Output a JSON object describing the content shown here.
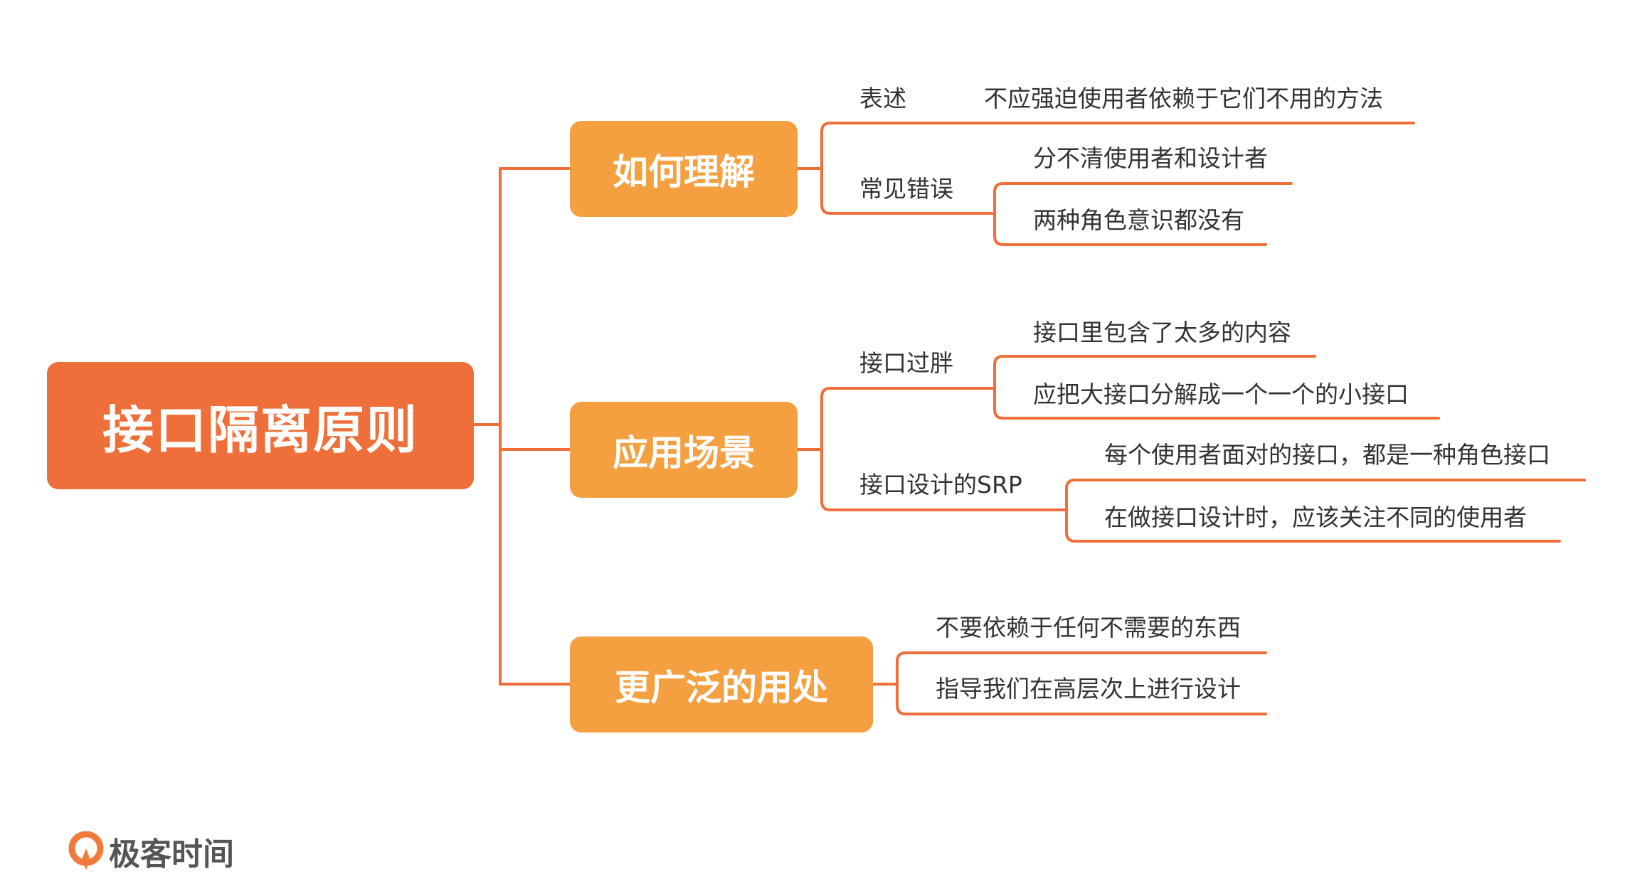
{
  "root": {
    "label": "接口隔离原则"
  },
  "branches": [
    {
      "label": "如何理解",
      "children": [
        {
          "label": "表述",
          "children": [
            {
              "label": "不应强迫使用者依赖于它们不用的方法"
            }
          ]
        },
        {
          "label": "常见错误",
          "children": [
            {
              "label": "分不清使用者和设计者"
            },
            {
              "label": "两种角色意识都没有"
            }
          ]
        }
      ]
    },
    {
      "label": "应用场景",
      "children": [
        {
          "label": "接口过胖",
          "children": [
            {
              "label": "接口里包含了太多的内容"
            },
            {
              "label": "应把大接口分解成一个一个的小接口"
            }
          ]
        },
        {
          "label": "接口设计的SRP",
          "children": [
            {
              "label": "每个使用者面对的接口，都是一种角色接口"
            },
            {
              "label": "在做接口设计时，应该关注不同的使用者"
            }
          ]
        }
      ]
    },
    {
      "label": "更广泛的用处",
      "children": [
        {
          "label": "不要依赖于任何不需要的东西"
        },
        {
          "label": "指导我们在高层次上进行设计"
        }
      ]
    }
  ],
  "logo": {
    "text": "极客时间"
  },
  "colors": {
    "root": "#EF6F3A",
    "branch": "#F4A040",
    "line": "#EF6F3A",
    "text": "#333333"
  }
}
